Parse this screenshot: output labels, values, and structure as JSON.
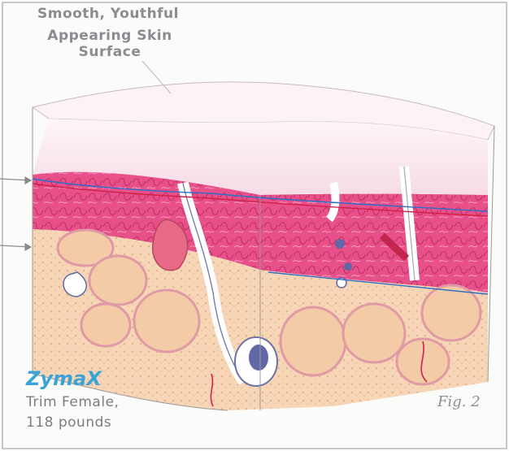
{
  "header": {
    "line1": "Smooth, Youthful",
    "line2": "Appearing Skin Surface"
  },
  "brand": {
    "name": "ZymaX",
    "subtitle_line1": "Trim Female,",
    "subtitle_line2": "118 pounds",
    "color": "#3aa3d8"
  },
  "figure_label": "Fig. 2",
  "colors": {
    "epidermis": "#fdf4f6",
    "dermis": "#e6407d",
    "dermis_light": "#f3a8c4",
    "fat": "#f6d4b4",
    "vessel_blue": "#2c6fc7",
    "vessel_red": "#d2204b",
    "border": "#a8a8a8"
  }
}
